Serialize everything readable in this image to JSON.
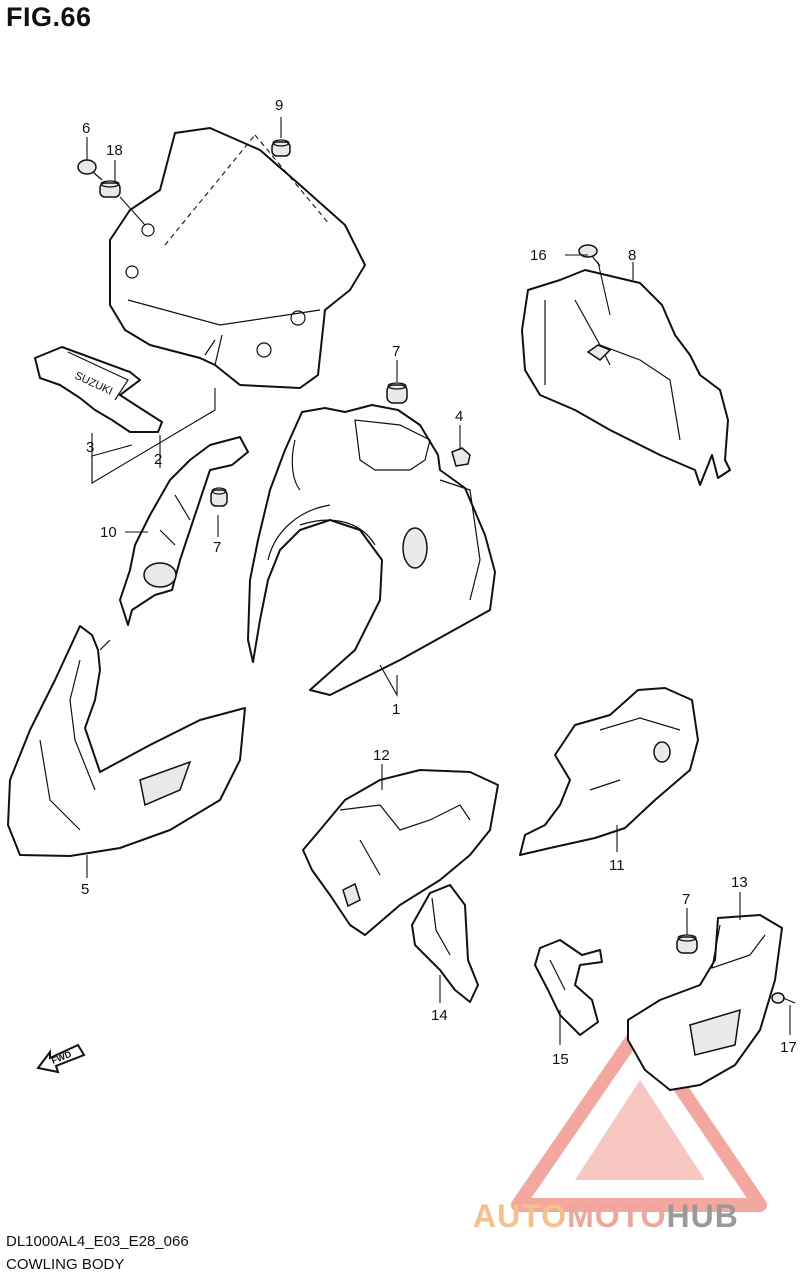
{
  "figure": {
    "title": "FIG.66",
    "model_code": "DL1000AL4_E03_E28_066",
    "caption": "COWLING BODY"
  },
  "direction_badge": "FWD",
  "decal_text": "SUZUKI",
  "watermark": {
    "part_a": "AUTO",
    "part_b": "MOTO",
    "part_c": "HUB"
  },
  "callouts": {
    "p1": "1",
    "p2": "2",
    "p3": "3",
    "p4": "4",
    "p5": "5",
    "p6": "6",
    "p7a": "7",
    "p7b": "7",
    "p7c": "7",
    "p8": "8",
    "p9": "9",
    "p10": "10",
    "p11": "11",
    "p12": "12",
    "p13": "13",
    "p14": "14",
    "p15": "15",
    "p16": "16",
    "p17": "17",
    "p18": "18"
  },
  "colors": {
    "line": "#111111",
    "watermark_triangle": "#f08a80",
    "watermark_auto": "#f5c08a",
    "watermark_moto": "#f2a39a",
    "watermark_hub": "#9a9a9a"
  }
}
